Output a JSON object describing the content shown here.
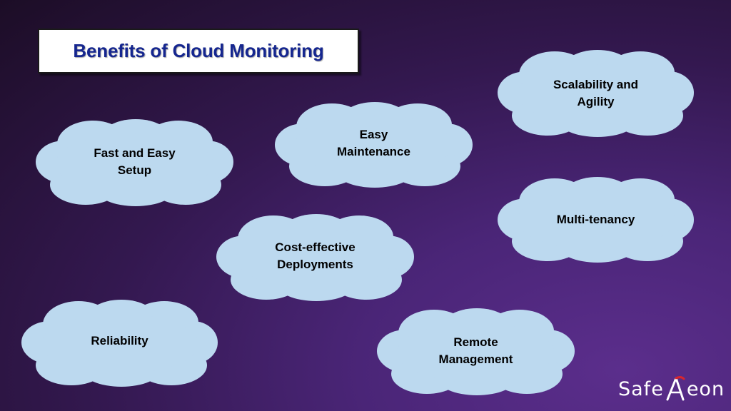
{
  "slide": {
    "title": "Benefits of Cloud Monitoring",
    "clouds": [
      {
        "label": "Scalability and\nAgility"
      },
      {
        "label": "Easy\nMaintenance"
      },
      {
        "label": "Fast and Easy\nSetup"
      },
      {
        "label": "Multi-tenancy"
      },
      {
        "label": "Cost-effective\nDeployments"
      },
      {
        "label": "Reliability"
      },
      {
        "label": "Remote\nManagement"
      }
    ],
    "logo": {
      "prefix": "Safe",
      "suffix": "eon"
    }
  },
  "colors": {
    "cloud_fill": "#bcd9ef",
    "title_text": "#15268f"
  }
}
